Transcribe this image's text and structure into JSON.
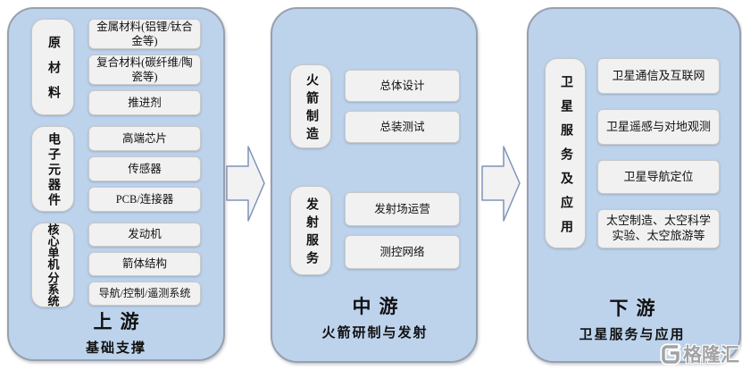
{
  "colors": {
    "panel_blue": "#bdd3ec",
    "panel_border": "#98a0ad",
    "box_grey": "#f1f1f1",
    "arrow_fill": "#f2f2f2",
    "arrow_outline": "#7e93ba",
    "logo_grey": "#a2a2a2"
  },
  "panels": [
    {
      "stage": "上游",
      "subtitle": "基础支撑",
      "groups": [
        {
          "label": "原材料",
          "items": [
            "金属材料(铝锂/钛合金等)",
            "复合材料(碳纤维/陶瓷等)",
            "推进剂"
          ]
        },
        {
          "label": "电子元器件",
          "items": [
            "高端芯片",
            "传感器",
            "PCB/连接器"
          ]
        },
        {
          "label_left": "核心单机",
          "label_right": "分系统",
          "items": [
            "发动机",
            "箭体结构",
            "导航/控制/遥测系统"
          ]
        }
      ]
    },
    {
      "stage": "中游",
      "subtitle": "火箭研制与发射",
      "groups": [
        {
          "label": "火箭制造",
          "items": [
            "总体设计",
            "总装测试"
          ]
        },
        {
          "label": "发射服务",
          "items": [
            "发射场运营",
            "测控网络"
          ]
        }
      ]
    },
    {
      "stage": "下游",
      "subtitle": "卫星服务与应用",
      "groups": [
        {
          "label": "卫星服务及应用",
          "items": [
            "卫星通信及互联网",
            "卫星遥感与对地观测",
            "卫星导航定位",
            "太空制造、太空科学实验、太空旅游等"
          ]
        }
      ]
    }
  ],
  "watermark": {
    "brand": "格隆汇"
  }
}
